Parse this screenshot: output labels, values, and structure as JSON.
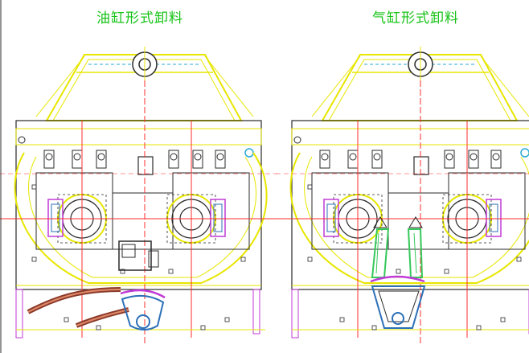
{
  "diagrams": [
    {
      "title": "油缸形式卸料",
      "actuator": "hydraulic"
    },
    {
      "title": "气缸形式卸料",
      "actuator": "pneumatic"
    }
  ],
  "colors": {
    "frame": "#e7e600",
    "outline": "#2a2a2a",
    "centerline": "#ff2d2d",
    "title": "#15c315",
    "hydraulic": "#8b3a2a",
    "pneumatic": "#35c85a",
    "hydraulic_housing": "#2b6fb8",
    "accent_magenta": "#c03ad6",
    "accent_cyan": "#2aa9d6"
  }
}
